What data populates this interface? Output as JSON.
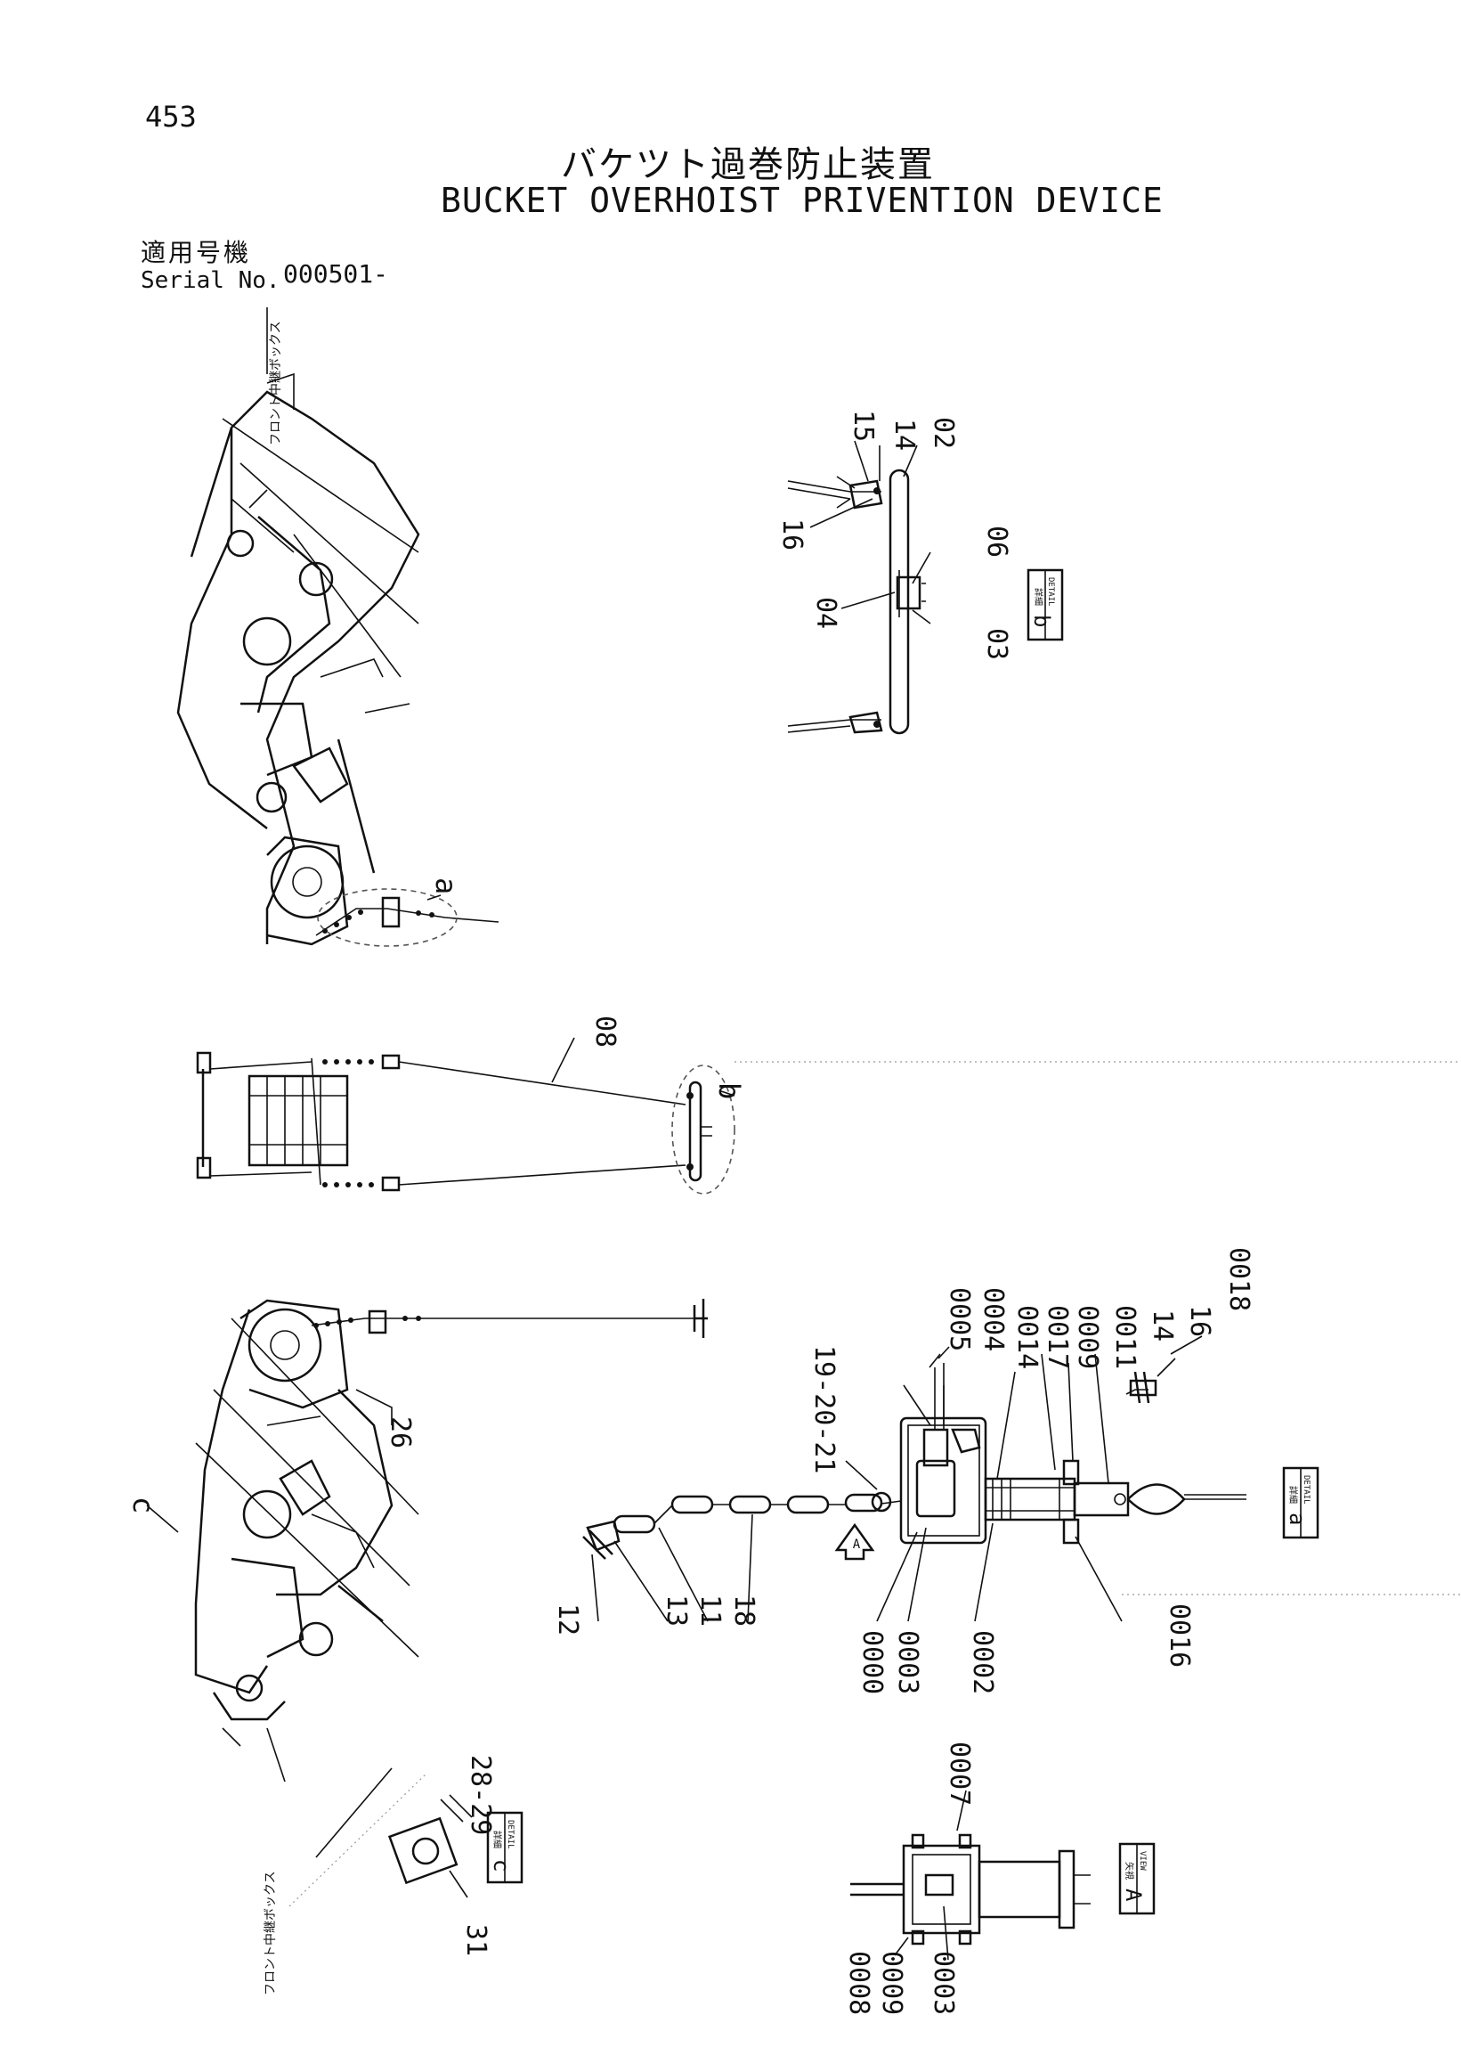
{
  "page_number": "453",
  "title_jp": "バケツト過巻防止装置",
  "title_en": "BUCKET OVERHOIST PRIVENTION DEVICE",
  "serial_jp": "適用号機",
  "serial_en": "Serial No.",
  "serial_value": "000501-",
  "side_label_jp": "フロント中継ボックス",
  "detail_boxes": {
    "b": {
      "top": "詳細",
      "bottom": "DETAIL",
      "letter": "b"
    },
    "a": {
      "top": "詳細",
      "bottom": "DETAIL",
      "letter": "a"
    },
    "c": {
      "top": "詳細",
      "bottom": "DETAIL",
      "letter": "c"
    },
    "view_a": {
      "top": "矢視",
      "bottom": "VIEW",
      "letter": "A"
    }
  },
  "callouts": {
    "c15": "15",
    "c14": "14",
    "c02": "02",
    "c16": "16",
    "c06": "06",
    "c04": "04",
    "c03": "03",
    "a": "a",
    "b": "b",
    "c": "c",
    "c08": "08",
    "c26": "26",
    "c0005": "0005",
    "c0004": "0004",
    "c0014": "0014",
    "c0017": "0017",
    "c0009": "0009",
    "c0011": "0011",
    "c14b": "14",
    "c16b": "16",
    "c0018": "0018",
    "c192021": "19-20-21",
    "c12": "12",
    "c13": "13",
    "c11": "11",
    "c18": "18",
    "c0000": "0000",
    "c0003": "0003",
    "c0002": "0002",
    "c0016": "0016",
    "c2829": "28-29",
    "c31": "31",
    "c0007": "0007",
    "c0008": "0008",
    "c0009b": "0009",
    "c0003b": "0003"
  }
}
